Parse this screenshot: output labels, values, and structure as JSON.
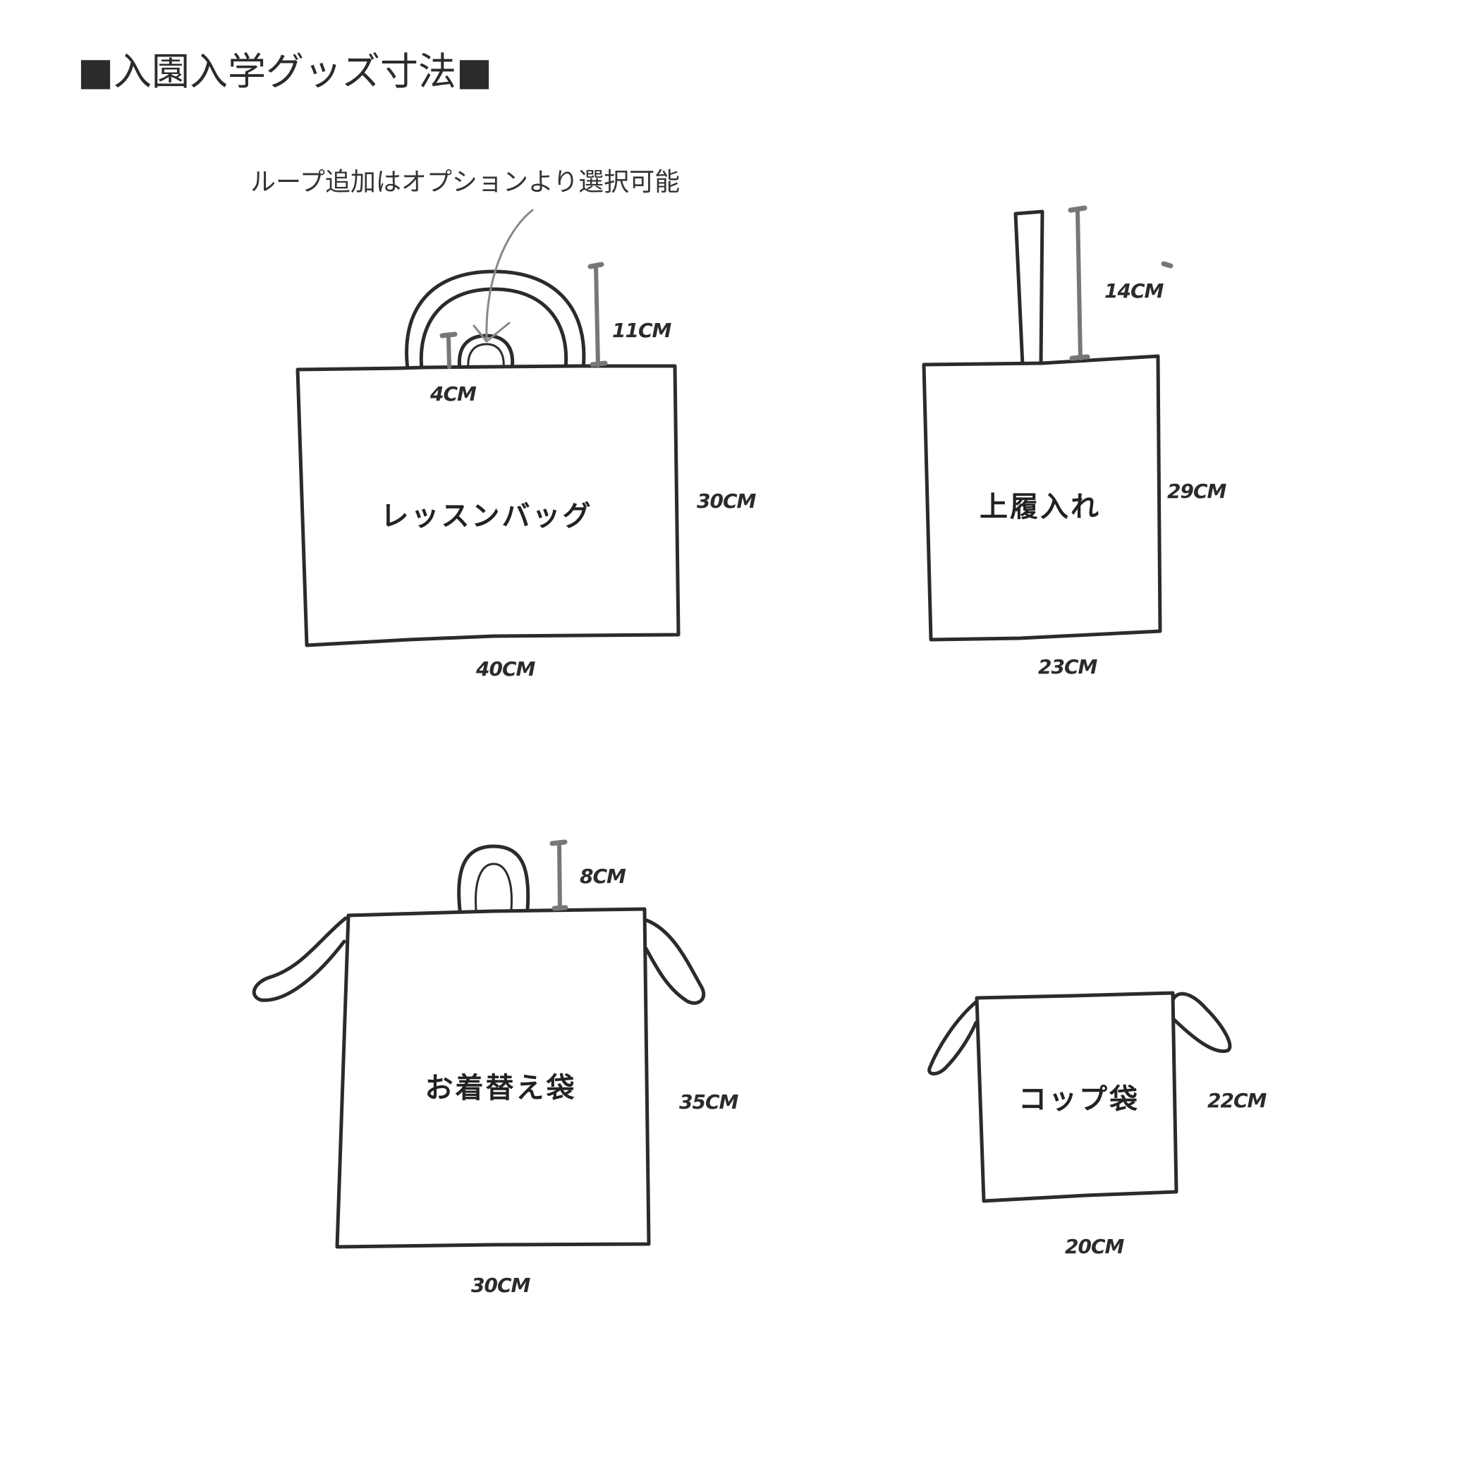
{
  "title": "■入園入学グッズ寸法■",
  "note": "ループ追加はオプションより選択可能",
  "items": {
    "lesson_bag": {
      "name": "レッスンバッグ",
      "width": "40CM",
      "height": "30CM",
      "handle": "11CM",
      "loop": "4CM"
    },
    "shoe_bag": {
      "name": "上履入れ",
      "width": "23CM",
      "height": "29CM",
      "handle": "14CM"
    },
    "clothes_bag": {
      "name": "お着替え袋",
      "width": "30CM",
      "height": "35CM",
      "handle": "8CM"
    },
    "cup_bag": {
      "name": "コップ袋",
      "width": "20CM",
      "height": "22CM"
    }
  },
  "colors": {
    "line": "#2b2b2b",
    "measure": "#777777",
    "arrow": "#888888"
  }
}
